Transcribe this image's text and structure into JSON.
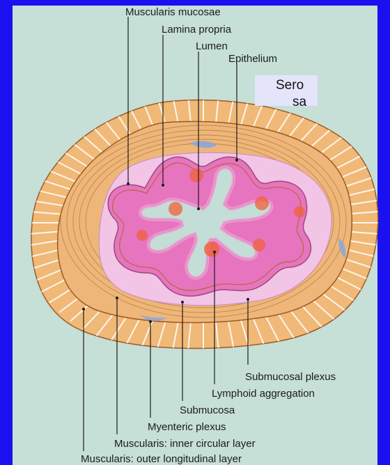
{
  "labels": {
    "muscularis_mucosae": "Muscularis mucosae",
    "lamina_propria": "Lamina propria",
    "lumen": "Lumen",
    "epithelium": "Epithelium",
    "serosa_line1": "Sero",
    "serosa_line2": "sa",
    "submucosal_plexus": "Submucosal plexus",
    "lymphoid_aggregation": "Lymphoid aggregation",
    "submucosa": "Submucosa",
    "myenteric_plexus": "Myenteric plexus",
    "inner_circular": "Muscularis: inner circular layer",
    "outer_longitudinal": "Muscularis: outer longitudinal layer"
  },
  "colors": {
    "background_border": "#1a10f0",
    "panel": "#c6dfd7",
    "muscularis": "#f0b978",
    "submucosa": "#f2c4e6",
    "mucosa": "#e774bf",
    "lumen": "#c3ded6",
    "lymphoid": "#f0603a"
  }
}
